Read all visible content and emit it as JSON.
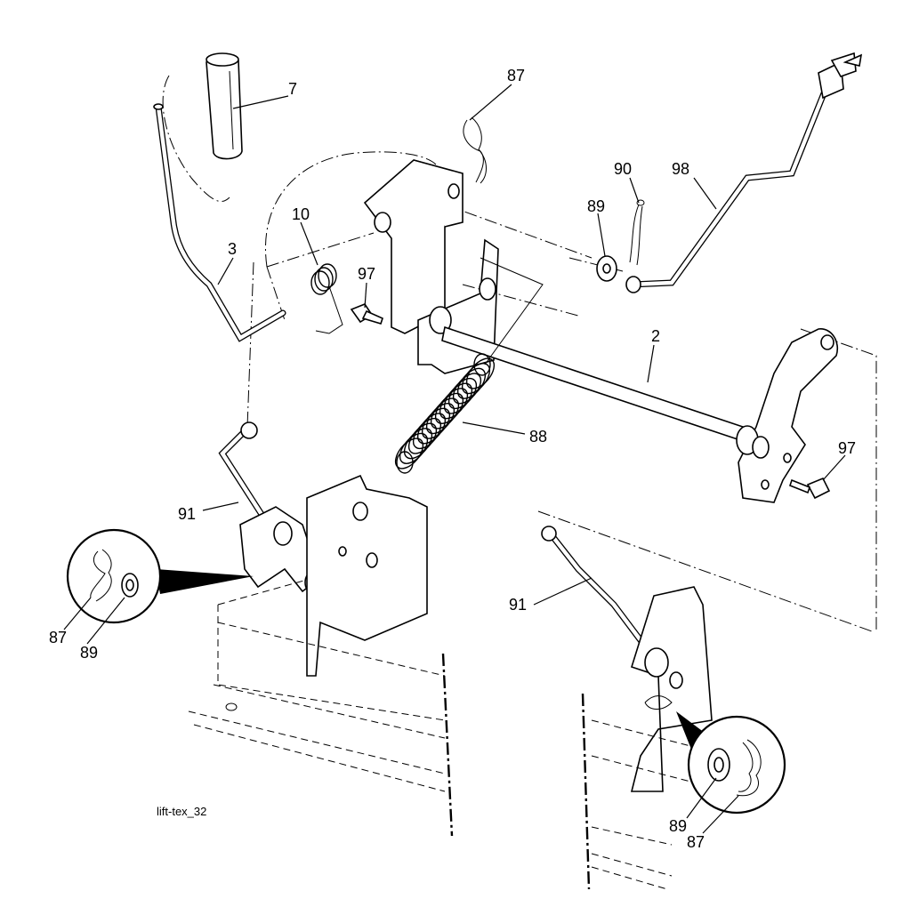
{
  "diagram": {
    "drawing_id": "lift-tex_32",
    "callouts": [
      {
        "id": "c7",
        "text": "7"
      },
      {
        "id": "c87a",
        "text": "87"
      },
      {
        "id": "c90",
        "text": "90"
      },
      {
        "id": "c98",
        "text": "98"
      },
      {
        "id": "c89a",
        "text": "89"
      },
      {
        "id": "c10",
        "text": "10"
      },
      {
        "id": "c3",
        "text": "3"
      },
      {
        "id": "c97a",
        "text": "97"
      },
      {
        "id": "c2",
        "text": "2"
      },
      {
        "id": "c88",
        "text": "88"
      },
      {
        "id": "c97b",
        "text": "97"
      },
      {
        "id": "c91a",
        "text": "91"
      },
      {
        "id": "c87b",
        "text": "87"
      },
      {
        "id": "c89b",
        "text": "89"
      },
      {
        "id": "c91b",
        "text": "91"
      },
      {
        "id": "c89c",
        "text": "89"
      },
      {
        "id": "c87c",
        "text": "87"
      }
    ]
  }
}
